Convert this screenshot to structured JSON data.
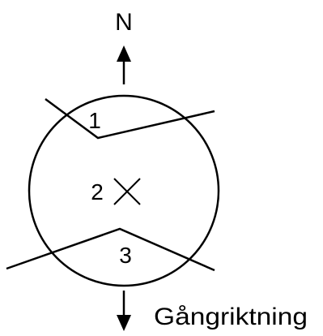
{
  "diagram": {
    "north_label": "N",
    "region_labels": [
      "1",
      "2",
      "3"
    ],
    "walking_direction_label": "Gångriktning",
    "center_marker_icon": "cross-mark-icon",
    "north_arrow_icon": "arrow-up-icon",
    "walking_arrow_icon": "arrow-down-icon",
    "stroke_color": "#000000",
    "background_color": "#ffffff"
  }
}
